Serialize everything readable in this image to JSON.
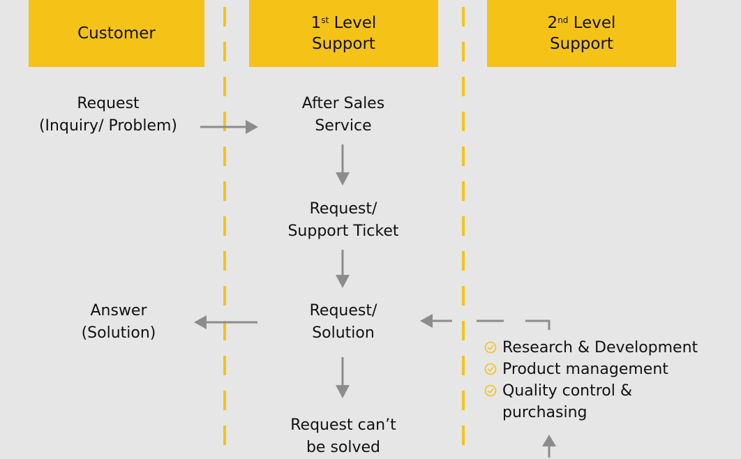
{
  "lanes": {
    "customer": {
      "label": "Customer"
    },
    "first": {
      "prefix": "1",
      "sup": "st",
      "line1": "Level",
      "line2": "Support"
    },
    "second": {
      "prefix": "2",
      "sup": "nd",
      "line1": "Level",
      "line2": "Support"
    }
  },
  "nodes": {
    "customer_request": {
      "line1": "Request",
      "line2": "(Inquiry/ Problem)"
    },
    "after_sales": {
      "line1": "After Sales",
      "line2": "Service"
    },
    "support_ticket": {
      "line1": "Request/",
      "line2": "Support Ticket"
    },
    "solution": {
      "line1": "Request/",
      "line2": "Solution"
    },
    "answer": {
      "line1": "Answer",
      "line2": "(Solution)"
    },
    "cant_solve": {
      "line1": "Request can’t",
      "line2": "be solved"
    }
  },
  "second_level_capabilities": [
    "Research & Development",
    "Product management",
    "Quality control &",
    "purchasing"
  ],
  "icons": {
    "check": "check-circle-icon",
    "arrow": "arrow-icon"
  },
  "colors": {
    "header": "#f5c218",
    "lane_divider": "#f5c218",
    "arrow": "#8c8c8c",
    "check": "#f5c218",
    "background": "#e6e6e6"
  }
}
